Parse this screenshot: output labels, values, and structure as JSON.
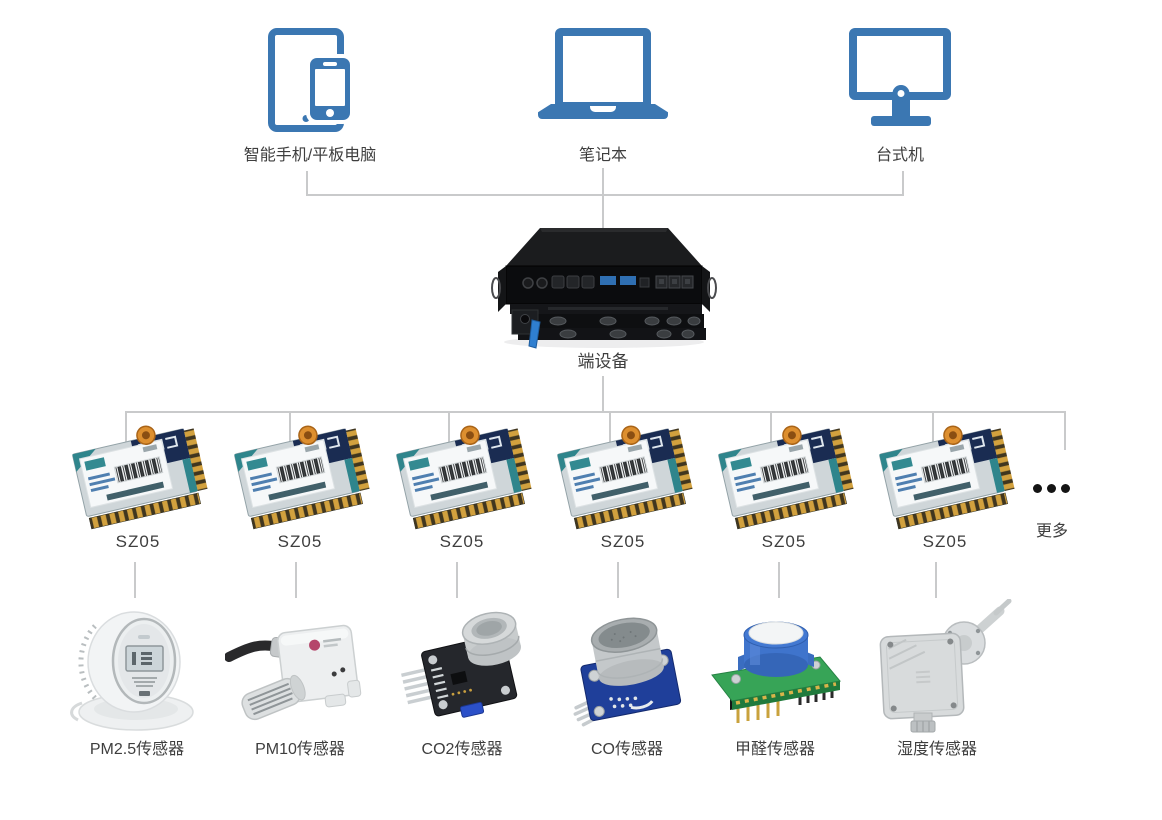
{
  "colors": {
    "device_blue": "#3b77b2",
    "connector_line": "#c9cacb",
    "text": "#3e3e3e",
    "module_antenna_orange": "#dd8f2f",
    "module_pcb_teal": "#2f858c"
  },
  "top_devices": [
    {
      "id": "smartphone-tablet",
      "label": "智能手机/平板电脑"
    },
    {
      "id": "laptop",
      "label": "笔记本"
    },
    {
      "id": "desktop",
      "label": "台式机"
    }
  ],
  "gateway": {
    "label": "端设备"
  },
  "modules": [
    {
      "label": "SZ05"
    },
    {
      "label": "SZ05"
    },
    {
      "label": "SZ05"
    },
    {
      "label": "SZ05"
    },
    {
      "label": "SZ05"
    },
    {
      "label": "SZ05"
    }
  ],
  "more": {
    "label": "更多"
  },
  "sensors": [
    {
      "label": "PM2.5传感器"
    },
    {
      "label": "PM10传感器"
    },
    {
      "label": "CO2传感器"
    },
    {
      "label": "CO传感器"
    },
    {
      "label": "甲醛传感器"
    },
    {
      "label": "湿度传感器"
    }
  ]
}
